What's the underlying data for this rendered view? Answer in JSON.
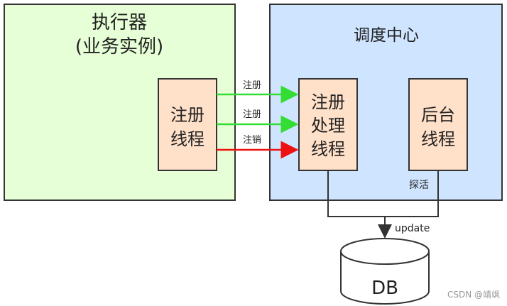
{
  "executor": {
    "title": "执行器",
    "subtitle": "(业务实例)",
    "thread_line1": "注册",
    "thread_line2": "线程"
  },
  "scheduler": {
    "title": "调度中心",
    "register_thread_line1": "注册",
    "register_thread_line2": "处理",
    "register_thread_line3": "线程",
    "backend_thread_line1": "后台",
    "backend_thread_line2": "线程",
    "probe_label": "探活"
  },
  "arrows": [
    {
      "label": "注册",
      "color": "#33dd33"
    },
    {
      "label": "注册",
      "color": "#33dd33"
    },
    {
      "label": "注销",
      "color": "#ee1111"
    }
  ],
  "db": {
    "label": "DB",
    "update_label": "update"
  },
  "watermark": "CSDN @靖飒",
  "colors": {
    "executor_bg": "#e6ffd6",
    "scheduler_bg": "#cfe5ff",
    "thread_bg": "#ffe0c8"
  }
}
